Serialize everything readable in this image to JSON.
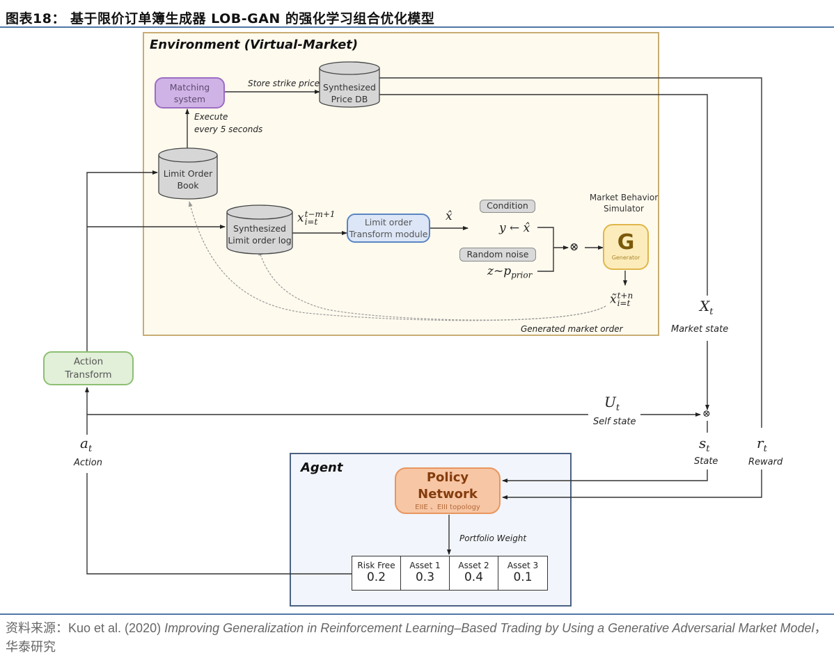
{
  "figure": {
    "title": "图表18： 基于限价订单簿生成器 LOB-GAN 的强化学习组合优化模型"
  },
  "environment": {
    "title": "Environment (Virtual-Market)",
    "matching_system": "Matching\nsystem",
    "store_strike_price": "Store strike price",
    "synthesized_price_db": "Synthesized\nPrice DB",
    "execute_label_1": "Execute",
    "execute_label_2": "every 5 seconds",
    "limit_order_book": "Limit Order\nBook",
    "synthesized_limit_order_log": "Synthesized\nLimit order log",
    "x_window": "x",
    "x_window_sup": "t−m+1",
    "x_window_sub": "i=t",
    "transform_module": "Limit order\nTransform module",
    "x_hat": "x̂",
    "condition": "Condition",
    "y_assign": "y ← x̂",
    "random_noise": "Random noise",
    "z_prior": "z~p",
    "z_prior_sub": "prior",
    "otimes": "⊗",
    "simulator_label": "Market  Behavior\nSimulator",
    "generator_letter": "G",
    "generator_label": "Generator",
    "x_tilde": "x̃",
    "x_tilde_sup": "t+n",
    "x_tilde_sub": "i=t",
    "generated_market_order": "Generated market order"
  },
  "outer": {
    "market_state_symbol": "X",
    "market_state_sub": "t",
    "market_state_label": "Market state",
    "self_state_symbol": "U",
    "self_state_sub": "t",
    "self_state_label": "Self state",
    "combine": "⊗",
    "state_symbol": "s",
    "state_sub": "t",
    "state_label": "State",
    "reward_symbol": "r",
    "reward_sub": "t",
    "reward_label": "Reward",
    "action_symbol": "a",
    "action_sub": "t",
    "action_label": "Action",
    "action_transform": "Action\nTransform"
  },
  "agent": {
    "title": "Agent",
    "policy_network": "Policy Network",
    "policy_subtitle": "EIIE 、EIII topology",
    "portfolio_weight_label": "Portfolio Weight",
    "weights": [
      {
        "name": "Risk Free",
        "value": "0.2"
      },
      {
        "name": "Asset 1",
        "value": "0.3"
      },
      {
        "name": "Asset 2",
        "value": "0.4"
      },
      {
        "name": "Asset 3",
        "value": "0.1"
      }
    ]
  },
  "source": {
    "prefix": "资料来源：",
    "authors": "Kuo et al. (2020) ",
    "paper_title": "Improving Generalization in Reinforcement Learning–Based Trading by Using a Generative Adversarial Market Model",
    "suffix": "，华泰研究"
  },
  "colors": {
    "environment_bg": "#fefaee",
    "environment_border": "#c8ac72",
    "agent_bg": "#f2f5fb",
    "agent_border": "#4a6184",
    "matching_fill": "#cfb3e6",
    "transform_fill": "#dce6f6",
    "action_transform_fill": "#e2efd9",
    "generator_fill": "#fdecbb",
    "policy_fill": "#f7c6a5",
    "rule": "#4f77a6"
  }
}
